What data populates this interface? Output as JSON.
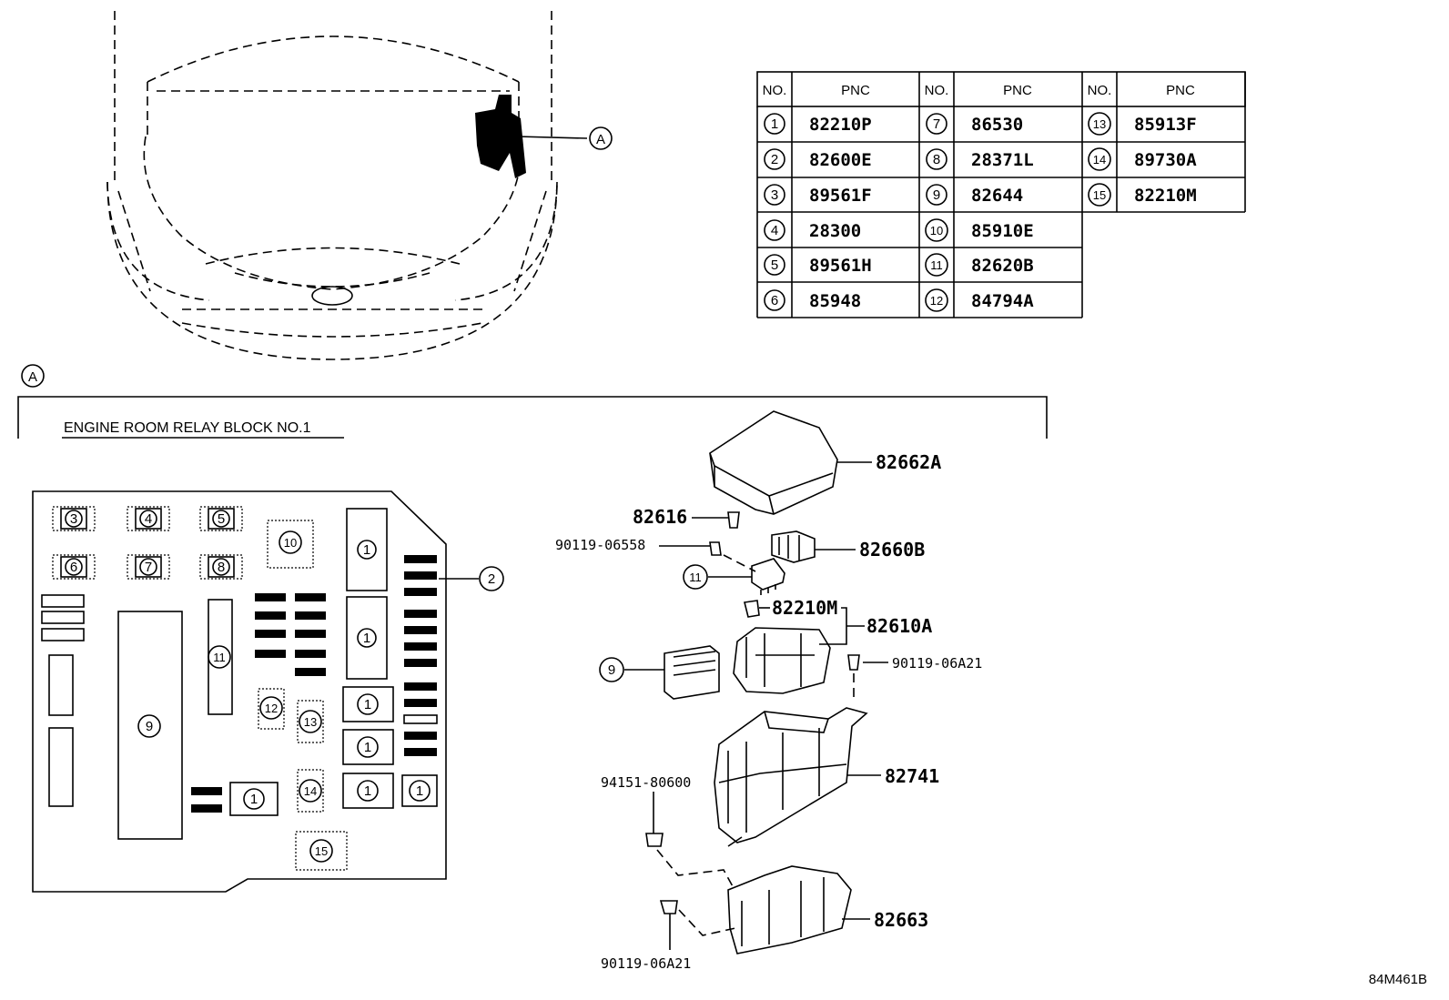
{
  "pnc_table": {
    "header_no": "NO.",
    "header_pnc": "PNC",
    "columns": [
      [
        {
          "no": "1",
          "pnc": "82210P"
        },
        {
          "no": "2",
          "pnc": "82600E"
        },
        {
          "no": "3",
          "pnc": "89561F"
        },
        {
          "no": "4",
          "pnc": "28300"
        },
        {
          "no": "5",
          "pnc": "89561H"
        },
        {
          "no": "6",
          "pnc": "85948"
        }
      ],
      [
        {
          "no": "7",
          "pnc": "86530"
        },
        {
          "no": "8",
          "pnc": "28371L"
        },
        {
          "no": "9",
          "pnc": "82644"
        },
        {
          "no": "10",
          "pnc": "85910E"
        },
        {
          "no": "11",
          "pnc": "82620B"
        },
        {
          "no": "12",
          "pnc": "84794A"
        }
      ],
      [
        {
          "no": "13",
          "pnc": "85913F"
        },
        {
          "no": "14",
          "pnc": "89730A"
        },
        {
          "no": "15",
          "pnc": "82210M"
        }
      ]
    ]
  },
  "view": {
    "marker": "A"
  },
  "section": {
    "marker": "A",
    "title": "ENGINE ROOM RELAY BLOCK NO.1"
  },
  "fuse_block": {
    "slots": {
      "s3": "3",
      "s4": "4",
      "s5": "5",
      "s6": "6",
      "s7": "7",
      "s8": "8",
      "s10": "10",
      "s1a": "1",
      "s1b": "1",
      "s2": "2",
      "s11": "11",
      "s9": "9",
      "s12": "12",
      "s13": "13",
      "s1c": "1",
      "s1d": "1",
      "s14": "14",
      "s1e": "1",
      "s1f": "1",
      "s1g": "1",
      "s15": "15"
    }
  },
  "exploded": {
    "cover": "82662A",
    "clip": "82616",
    "screw_top": "90119-06558",
    "relay": "82660B",
    "callout_11": "11",
    "connector": "82210M",
    "holder": "82610A",
    "callout_9": "9",
    "bolt_right": "90119-06A21",
    "box": "82741",
    "stud": "94151-80600",
    "lower_cover": "82663",
    "bolt_bottom": "90119-06A21"
  },
  "diagram_code": "84M461B"
}
